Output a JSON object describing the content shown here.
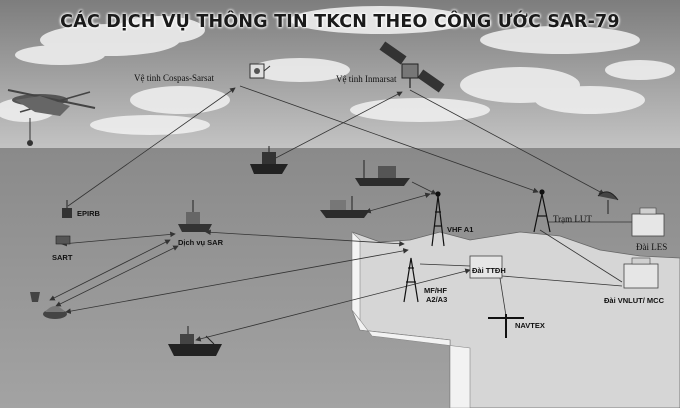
{
  "title": "CÁC DỊCH VỤ THÔNG TIN TKCN THEO CÔNG ƯỚC SAR-79",
  "labels": {
    "cospas": "Vệ tinh Cospas-Sarsat",
    "inmarsat": "Vệ tinh Inmarsat",
    "epirb": "EPIRB",
    "sart": "SART",
    "sar_service": "Dịch vụ SAR",
    "vhf": "VHF A1",
    "lut": "Trạm LUT",
    "les": "Đài LES",
    "ttdh": "Đài TTĐH",
    "mfhf_1": "MF/HF",
    "mfhf_2": "A2/A3",
    "navtex": "NAVTEX",
    "vnlut": "Đài VNLUT/ MCC"
  },
  "colors": {
    "sky": "#b8b8b8",
    "sea": "#8f8f8f",
    "land": "#d9d9d9"
  }
}
